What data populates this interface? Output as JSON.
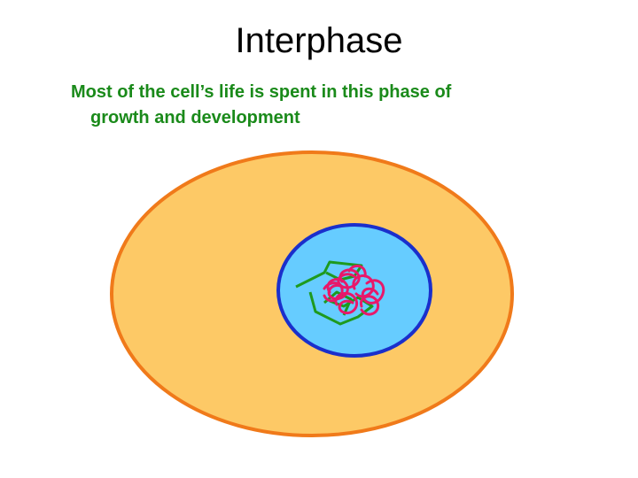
{
  "slide": {
    "title": "Interphase",
    "body_line1": "Most of the cell’s life is spent in this phase of",
    "body_line2": "growth and development"
  },
  "diagram": {
    "colors": {
      "cytoplasm_fill": "#FDC966",
      "cell_membrane": "#F07A1A",
      "nucleus_fill": "#66CCFF",
      "nuclear_envelope": "#1A2FCC",
      "chromatin_green": "#1E9A1E",
      "chromatin_pink": "#E8186A",
      "body_text": "#1a8a1a"
    }
  }
}
